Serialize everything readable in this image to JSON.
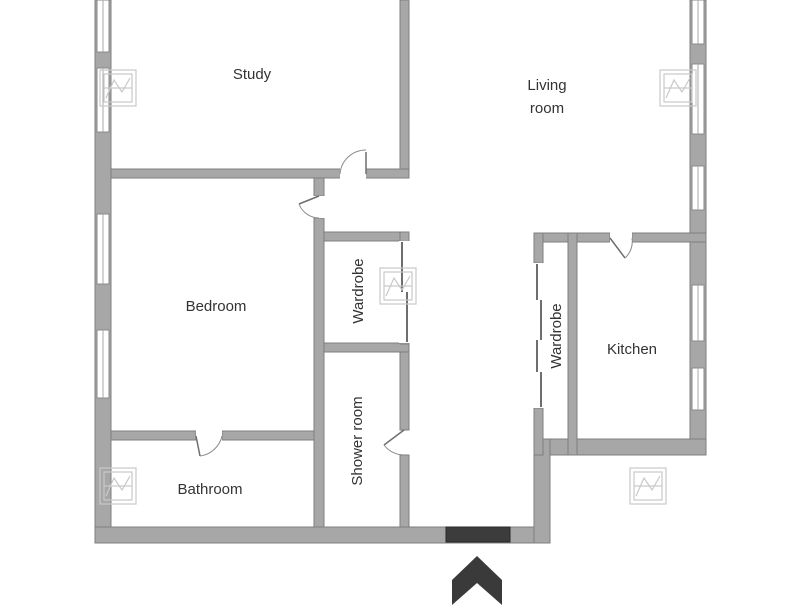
{
  "floorplan": {
    "rooms": {
      "study": "Study",
      "living_line1": "Living",
      "living_line2": "room",
      "bedroom": "Bedroom",
      "wardrobe_left": "Wardrobe",
      "wardrobe_right": "Wardrobe",
      "kitchen": "Kitchen",
      "shower_room": "Shower room",
      "bathroom": "Bathroom"
    },
    "icons": {
      "entrance": "entrance-arrow-icon",
      "watermark": "watermark-logo-icon"
    },
    "colors": {
      "wall": "#a7a7a7",
      "entrance": "#3c3c3c",
      "text": "#333333"
    }
  }
}
